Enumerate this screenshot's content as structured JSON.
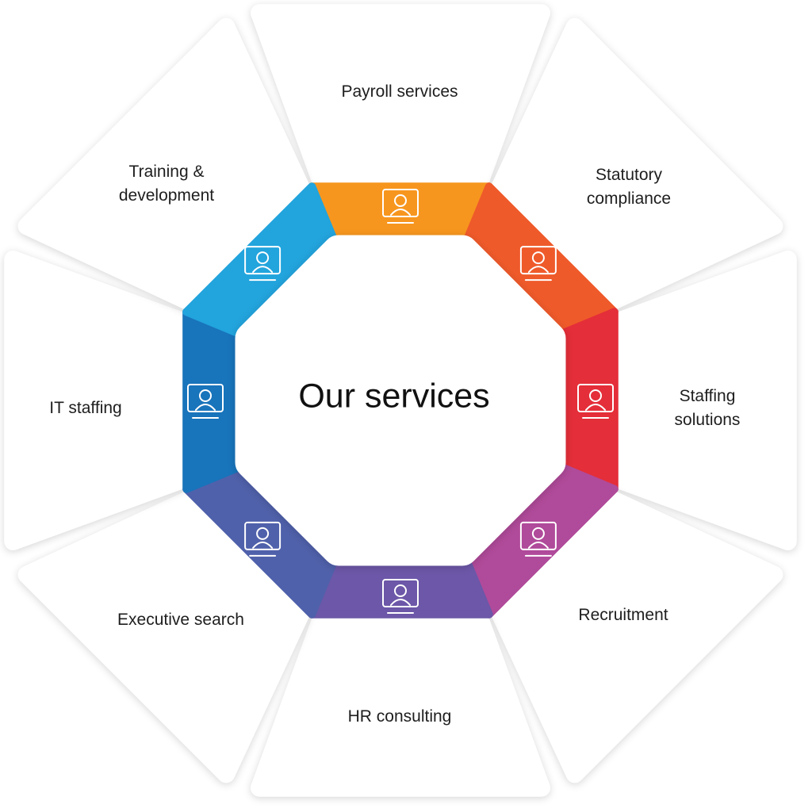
{
  "center_title": "Our services",
  "services": [
    {
      "label": "Payroll services",
      "color": "#f7961e",
      "icon": "money-envelope-icon"
    },
    {
      "label": "Statutory\ncompliance",
      "color": "#ef5a2a",
      "icon": "legal-document-gavel-icon"
    },
    {
      "label": "Staffing solutions",
      "color": "#e42e39",
      "icon": "team-banner-icon"
    },
    {
      "label": "Recruitment",
      "color": "#b04a9a",
      "icon": "candidate-search-icon"
    },
    {
      "label": "HR consulting",
      "color": "#6c57a8",
      "icon": "meeting-discussion-icon"
    },
    {
      "label": "Executive search",
      "color": "#5061ab",
      "icon": "person-magnifier-icon"
    },
    {
      "label": "IT staffing",
      "color": "#1874bb",
      "icon": "computer-user-icon"
    },
    {
      "label": "Training &\ndevelopment",
      "color": "#22a4dd",
      "icon": "head-gear-learning-icon"
    }
  ]
}
